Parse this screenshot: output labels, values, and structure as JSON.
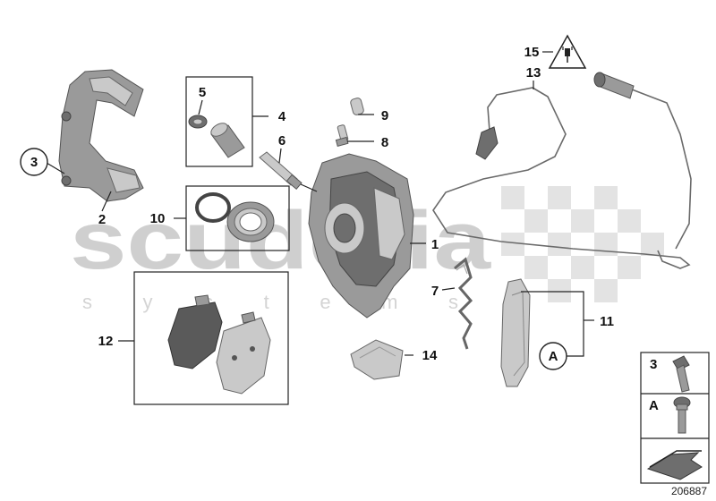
{
  "watermark": {
    "brand": "scuderia",
    "sub": "s y s t e m s"
  },
  "labels": {
    "p1": "1",
    "p2": "2",
    "p3": "3",
    "p4": "4",
    "p5": "5",
    "p6": "6",
    "p7": "7",
    "p8": "8",
    "p9": "9",
    "p10": "10",
    "p11": "11",
    "p12": "12",
    "p13": "13",
    "p14": "14",
    "p15": "15",
    "pA": "A"
  },
  "legend": {
    "item_3": "3",
    "item_A": "A"
  },
  "diagram_code": "206887"
}
